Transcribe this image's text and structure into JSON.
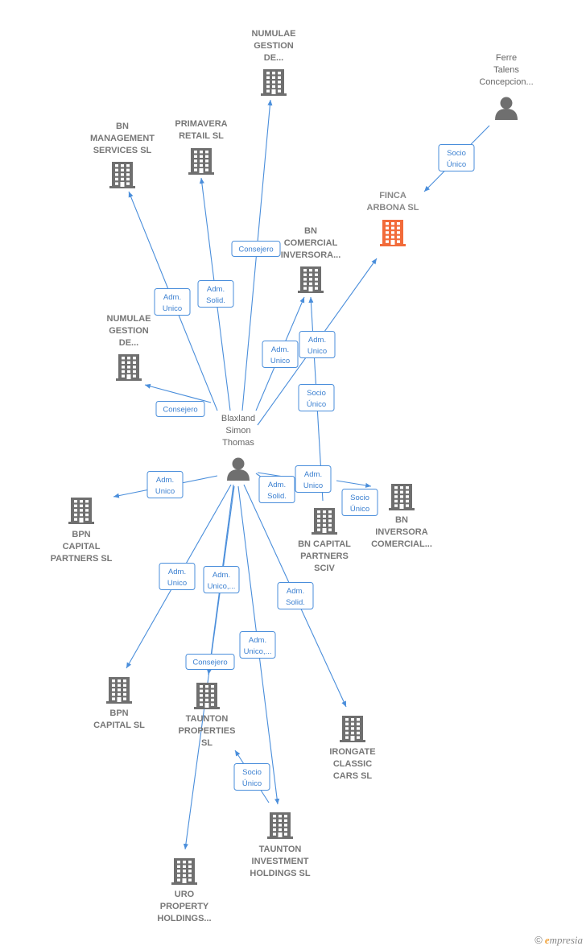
{
  "colors": {
    "edge": "#4a8edb",
    "building": "#6f6f6f",
    "focus_building": "#f26b3a",
    "person": "#6f6f6f"
  },
  "nodes": [
    {
      "id": "numulae1",
      "type": "company",
      "lines": [
        "NUMULAE",
        "GESTION",
        "DE..."
      ]
    },
    {
      "id": "ferre",
      "type": "person",
      "lines": [
        "Ferre",
        "Talens",
        "Concepcion..."
      ]
    },
    {
      "id": "primavera",
      "type": "company",
      "lines": [
        "PRIMAVERA",
        "RETAIL SL"
      ]
    },
    {
      "id": "bnmgmt",
      "type": "company",
      "lines": [
        "BN",
        "MANAGEMENT",
        "SERVICES SL"
      ]
    },
    {
      "id": "finca",
      "type": "focus",
      "lines": [
        "FINCA",
        "ARBONA SL"
      ]
    },
    {
      "id": "bncomercial",
      "type": "company",
      "lines": [
        "BN",
        "COMERCIAL",
        "INVERSORA..."
      ]
    },
    {
      "id": "numulae2",
      "type": "company",
      "lines": [
        "NUMULAE",
        "GESTION",
        "DE..."
      ]
    },
    {
      "id": "blaxland",
      "type": "person",
      "lines": [
        "Blaxland",
        "Simon",
        "Thomas"
      ]
    },
    {
      "id": "bpncapitalpartners",
      "type": "company",
      "lines": [
        "BPN",
        "CAPITAL",
        "PARTNERS SL"
      ]
    },
    {
      "id": "bncapitalsciv",
      "type": "company",
      "lines": [
        "BN CAPITAL",
        "PARTNERS",
        "SCIV"
      ]
    },
    {
      "id": "bninversora",
      "type": "company",
      "lines": [
        "BN",
        "INVERSORA",
        "COMERCIAL..."
      ]
    },
    {
      "id": "bpncapital",
      "type": "company",
      "lines": [
        "BPN",
        "CAPITAL SL"
      ]
    },
    {
      "id": "tauntonprop",
      "type": "company",
      "lines": [
        "TAUNTON",
        "PROPERTIES",
        "SL"
      ]
    },
    {
      "id": "irongate",
      "type": "company",
      "lines": [
        "IRONGATE",
        "CLASSIC",
        "CARS SL"
      ]
    },
    {
      "id": "tauntoninv",
      "type": "company",
      "lines": [
        "TAUNTON",
        "INVESTMENT",
        "HOLDINGS SL"
      ]
    },
    {
      "id": "uro",
      "type": "company",
      "lines": [
        "URO",
        "PROPERTY",
        "HOLDINGS..."
      ]
    }
  ],
  "edges": [
    {
      "from": "blaxland",
      "to": "numulae1",
      "label": [
        "Consejero"
      ]
    },
    {
      "from": "blaxland",
      "to": "primavera",
      "label": [
        "Adm.",
        "Solid."
      ]
    },
    {
      "from": "blaxland",
      "to": "bnmgmt",
      "label": [
        "Adm.",
        "Unico"
      ]
    },
    {
      "from": "ferre",
      "to": "finca",
      "label": [
        "Socio",
        "Único"
      ]
    },
    {
      "from": "blaxland",
      "to": "finca",
      "label": [
        "Adm.",
        "Unico"
      ]
    },
    {
      "from": "blaxland",
      "to": "bncomercial",
      "label": [
        "Adm.",
        "Unico"
      ]
    },
    {
      "from": "bncapitalsciv",
      "to": "bncomercial",
      "label": [
        "Socio",
        "Único"
      ]
    },
    {
      "from": "blaxland",
      "to": "numulae2",
      "label": [
        "Consejero"
      ]
    },
    {
      "from": "blaxland",
      "to": "bpncapitalpartners",
      "label": [
        "Adm.",
        "Unico"
      ]
    },
    {
      "from": "blaxland",
      "to": "bncapitalsciv",
      "label": [
        "Adm.",
        "Solid."
      ]
    },
    {
      "from": "blaxland",
      "to": "bninversora",
      "label": [
        "Adm.",
        "Unico"
      ]
    },
    {
      "from": "bncapitalsciv",
      "to": "bninversora",
      "label": [
        "Socio",
        "Único"
      ]
    },
    {
      "from": "blaxland",
      "to": "bpncapital",
      "label": [
        "Adm.",
        "Unico"
      ]
    },
    {
      "from": "blaxland",
      "to": "uro",
      "label": [
        "Adm.",
        "Unico,..."
      ]
    },
    {
      "from": "blaxland",
      "to": "tauntonprop",
      "label": [
        "Consejero"
      ]
    },
    {
      "from": "blaxland",
      "to": "tauntoninv",
      "label": [
        "Adm.",
        "Unico,..."
      ]
    },
    {
      "from": "blaxland",
      "to": "irongate",
      "label": [
        "Adm.",
        "Solid."
      ]
    },
    {
      "from": "tauntoninv",
      "to": "tauntonprop",
      "label": [
        "Socio",
        "Único"
      ]
    }
  ],
  "brand": {
    "copyright": "©",
    "initial": "e",
    "name": "mpresia"
  }
}
